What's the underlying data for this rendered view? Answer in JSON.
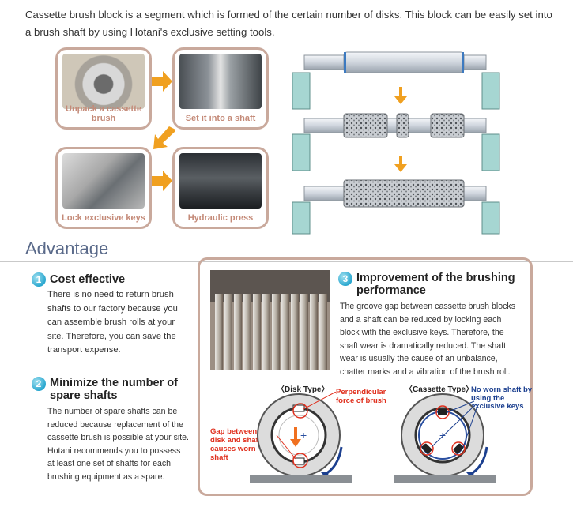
{
  "intro": "Cassette brush block is a segment which is formed of the certain number of disks. This block can be easily set into a brush shaft by using Hotani's exclusive setting tools.",
  "steps": [
    {
      "caption": "Unpack a cassette brush"
    },
    {
      "caption": "Set it into a shaft"
    },
    {
      "caption": "Lock exclusive keys"
    },
    {
      "caption": "Hydraulic press"
    }
  ],
  "advantage": {
    "title": "Advantage",
    "items": [
      {
        "num": "1",
        "title": "Cost effective",
        "text": "There is no need to return brush shafts to our factory because you can assemble brush rolls at your site. Therefore, you can save the transport expense."
      },
      {
        "num": "2",
        "title_line1": "Minimize the number of",
        "title_line2": "spare shafts",
        "text": "The number of spare shafts can be reduced because replacement of the cassette brush is possible at your site. Hotani recommends you to possess at least one set of shafts for each brushing equipment as a spare."
      },
      {
        "num": "3",
        "title_line1": "Improvement of the brushing",
        "title_line2": "performance",
        "text": "The groove gap between cassette brush blocks and a shaft can be reduced by locking each block with the exclusive keys. Therefore, the shaft wear is dramatically reduced. The shaft wear is usually the cause of an unbalance, chatter marks and a vibration of the brush roll."
      }
    ]
  },
  "diagram": {
    "disk_label": "〈Disk Type〉",
    "cassette_label": "〈Cassette Type〉",
    "perp_line1": "Perpendicular",
    "perp_line2": "force of brush",
    "gap_line1": "Gap between",
    "gap_line2": "disk and shaft",
    "gap_line3": "causes worn",
    "gap_line4": "shaft",
    "noworn_line1": "No worn shaft by",
    "noworn_line2": "using the",
    "noworn_line3": "exclusive keys"
  },
  "colors": {
    "frame": "#c9a99c",
    "arrow": "#f0a020",
    "red_note": "#e0301e",
    "blue_note": "#1b3f8f"
  }
}
